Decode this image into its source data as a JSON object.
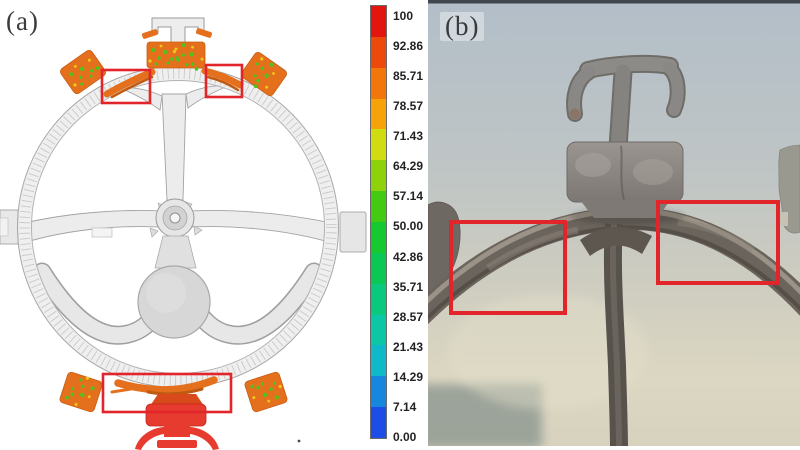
{
  "figure_labels": {
    "a": "(a)",
    "b": "(b)"
  },
  "colorbar": {
    "max": 100,
    "min": 0,
    "ticks": [
      "100",
      "92.86",
      "85.71",
      "78.57",
      "71.43",
      "64.29",
      "57.14",
      "50.00",
      "42.86",
      "35.71",
      "28.57",
      "21.43",
      "14.29",
      "7.14",
      "0.00"
    ],
    "segment_colors": [
      "#e31511",
      "#ec4a0b",
      "#f1770b",
      "#f5a309",
      "#cedc10",
      "#8ed20b",
      "#45ca13",
      "#17c931",
      "#0bc854",
      "#0ac87d",
      "#0bc7a5",
      "#10b9c7",
      "#1787dd",
      "#1d4ce6"
    ]
  },
  "colors": {
    "highlight_red": "#e2242b",
    "defect_orange": "#e4701e",
    "defect_orange_dark": "#c05a10",
    "speckle_green": "#4cc41c",
    "speckle_yellow": "#efc916",
    "ingate_red": "#e63b2e"
  }
}
